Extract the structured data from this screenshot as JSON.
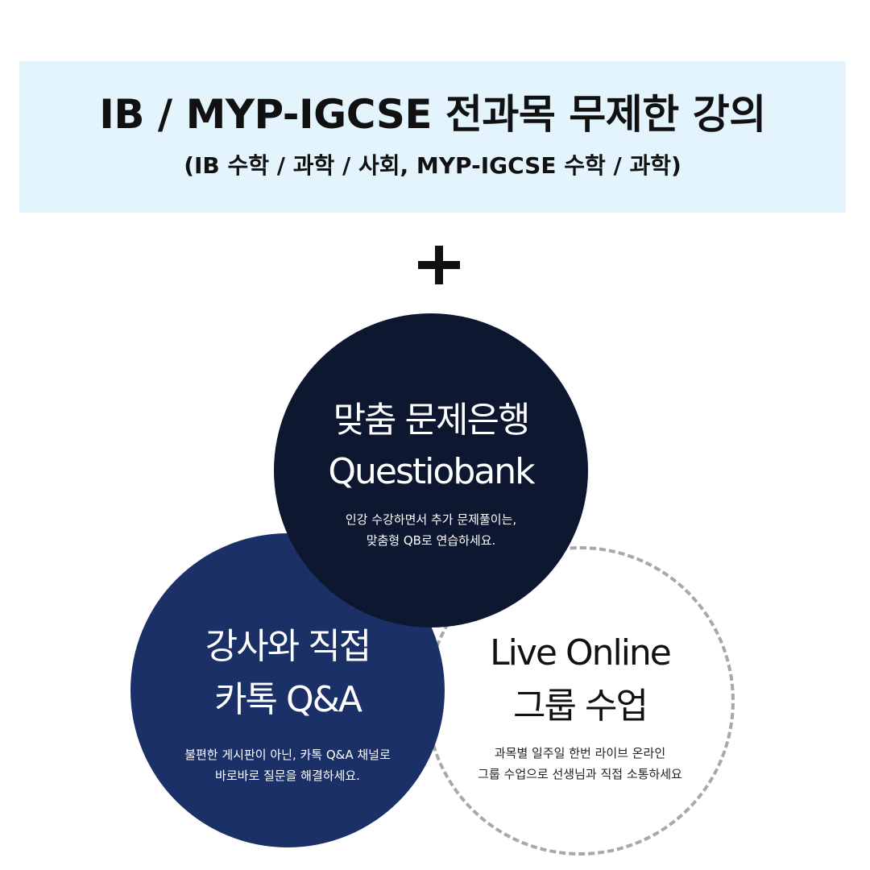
{
  "banner": {
    "title": "IB / MYP-IGCSE 전과목 무제한 강의",
    "subtitle": "(IB 수학 / 과학 / 사회, MYP-IGCSE 수학 / 과학)"
  },
  "plus_icon": "plus-icon",
  "features": {
    "questionbank": {
      "title_line1": "맞춤 문제은행",
      "title_line2": "Questiobank",
      "desc_line1": "인강 수강하면서 추가 문제풀이는,",
      "desc_line2": "맞춤형 QB로 연습하세요."
    },
    "kakao": {
      "title_line1": "강사와 직접",
      "title_line2": "카톡 Q&A",
      "desc_line1": "불편한 게시판이 아닌, 카톡 Q&A 채널로",
      "desc_line2": "바로바로 질문을 해결하세요."
    },
    "live": {
      "title_line1": "Live Online",
      "title_line2": "그룹 수업",
      "desc_line1": "과목별 일주일 한번 라이브 온라인",
      "desc_line2": "그룹 수업으로 선생님과 직접 소통하세요"
    }
  },
  "colors": {
    "banner_bg": "#e3f4fd",
    "questionbank_circle": "#0d1830",
    "kakao_circle": "#1a3066",
    "live_circle_border": "#a8a8a8"
  }
}
